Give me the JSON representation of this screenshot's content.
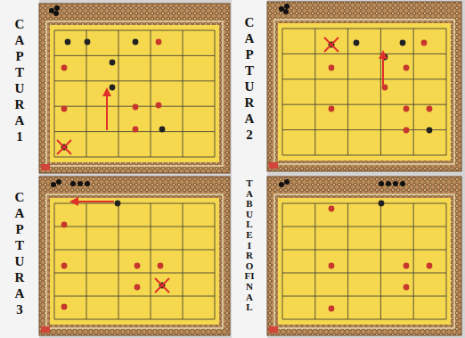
{
  "diagram": {
    "labels": [
      "CAPTURA 1",
      "CAPTURA 2",
      "CAPTURA 3",
      "TABULEIRO FINAL"
    ]
  }
}
